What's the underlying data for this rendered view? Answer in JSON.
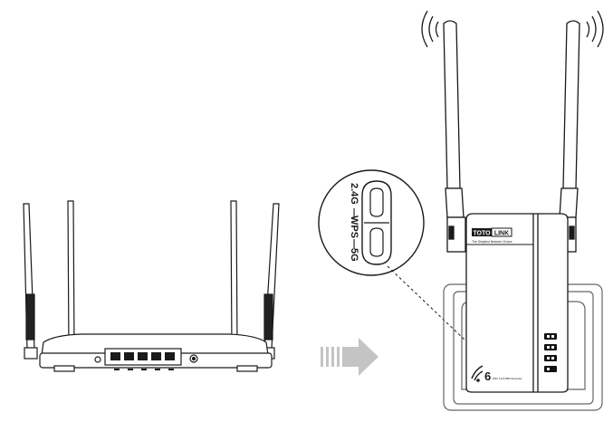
{
  "colors": {
    "ink": "#1a1a1a",
    "arrow": "#c4c4c4",
    "outlet": "#666666",
    "dark_panel": "#111111",
    "white": "#ffffff"
  },
  "extender": {
    "brand_left": "TOTO",
    "brand_right": "LINK",
    "tagline": "The Simplest Network Choice",
    "wifi_badge": "6",
    "badge_caption": "WiFi 6 AX1800 Extender"
  },
  "callout": {
    "label_24g": "2.4G",
    "label_wps": "WPS",
    "label_5g": "5G",
    "separator": "—"
  },
  "icons": {
    "wifi_left": "wifi-signal-icon",
    "wifi_right": "wifi-signal-icon",
    "arrow": "direction-arrow-icon"
  }
}
